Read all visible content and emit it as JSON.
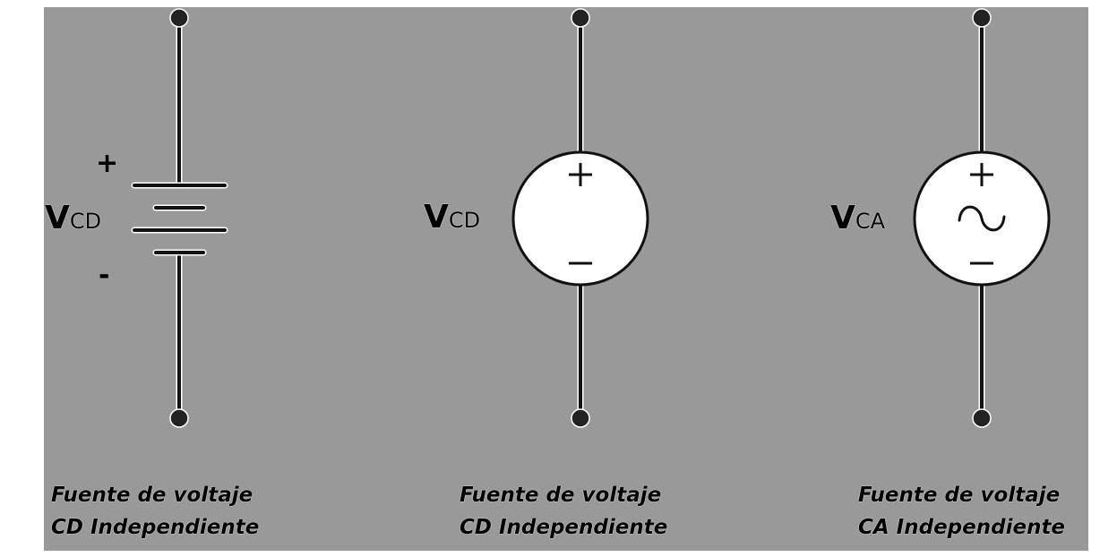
{
  "colors": {
    "background": "#999999",
    "border": "#ffffff",
    "wire": "#111111",
    "terminal": "#222222",
    "source_fill": "#ffffff"
  },
  "sources": [
    {
      "type": "battery",
      "label_main": "V",
      "label_sub": "CD",
      "plus_sign": "+",
      "minus_sign": "-",
      "caption_line1": "Fuente de voltaje",
      "caption_line2": "CD Independiente"
    },
    {
      "type": "dc-circle",
      "label_main": "V",
      "label_sub": "CD",
      "plus_sign": "+",
      "minus_sign": "−",
      "caption_line1": "Fuente de voltaje",
      "caption_line2": "CD Independiente"
    },
    {
      "type": "ac-circle",
      "label_main": "V",
      "label_sub": "CA",
      "plus_sign": "+",
      "minus_sign": "−",
      "ac_symbol": "∼",
      "caption_line1": "Fuente de voltaje",
      "caption_line2": "CA Independiente"
    }
  ]
}
